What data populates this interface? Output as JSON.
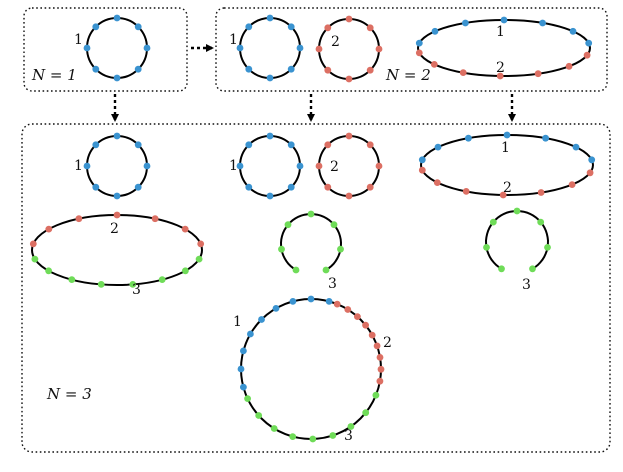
{
  "colors": {
    "blue": "#3a93d0",
    "red": "#dc6f63",
    "green": "#6fdc58",
    "line": "#000000",
    "box": "#111111"
  },
  "labels": {
    "one": "1",
    "two": "2",
    "three": "3",
    "n1": "N = 1",
    "n2": "N = 2",
    "n3": "N = 3"
  }
}
